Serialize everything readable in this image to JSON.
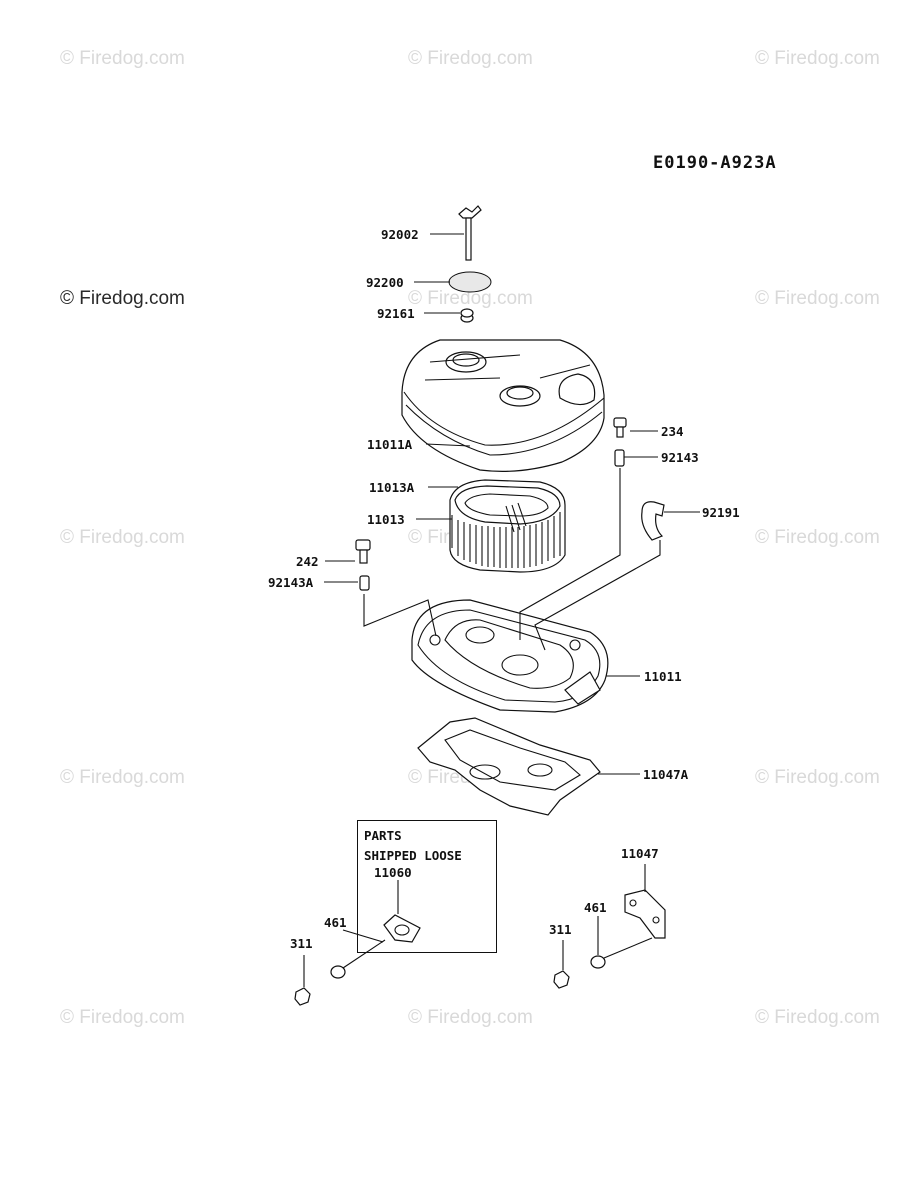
{
  "diagram_code": "E0190-A923A",
  "watermark": "© Firedog.com",
  "callouts": {
    "p92002": "92002",
    "p92200": "92200",
    "p92161": "92161",
    "p11011A": "11011A",
    "p234": "234",
    "p92143": "92143",
    "p11013A": "11013A",
    "p11013": "11013",
    "p92191": "92191",
    "p242": "242",
    "p92143A": "92143A",
    "p11011": "11011",
    "p11047A": "11047A",
    "p11047": "11047",
    "p11060": "11060",
    "p461a": "461",
    "p311a": "311",
    "p461b": "461",
    "p311b": "311"
  },
  "box": {
    "line1": "PARTS",
    "line2": "SHIPPED LOOSE"
  }
}
